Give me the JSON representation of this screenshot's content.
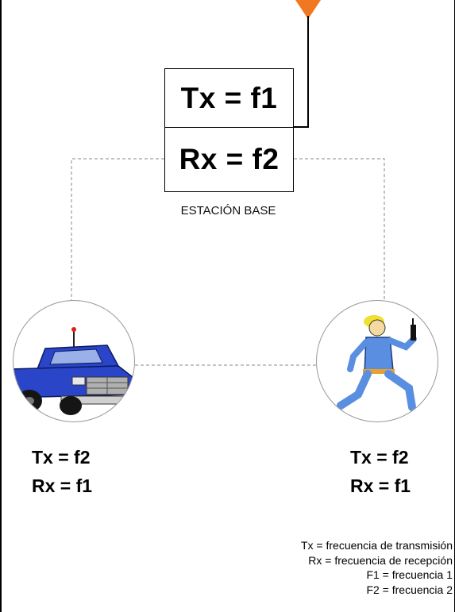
{
  "base_station": {
    "tx_label": "Tx = f1",
    "rx_label": "Rx = f2",
    "name": "ESTACIÓN BASE"
  },
  "mobile_left": {
    "tx_label": "Tx = f2",
    "rx_label": "Rx = f1"
  },
  "mobile_right": {
    "tx_label": "Tx = f2",
    "rx_label": "Rx = f1"
  },
  "legend": [
    "Tx = frecuencia de transmisión",
    "Rx = frecuencia de recepción",
    "F1 = frecuencia 1",
    "F2 = frecuencia 2"
  ],
  "colors": {
    "antenna": "#f07820",
    "truck_body": "#2a45c8",
    "person_uniform": "#5a8ee0",
    "person_hair": "#f0e030"
  }
}
